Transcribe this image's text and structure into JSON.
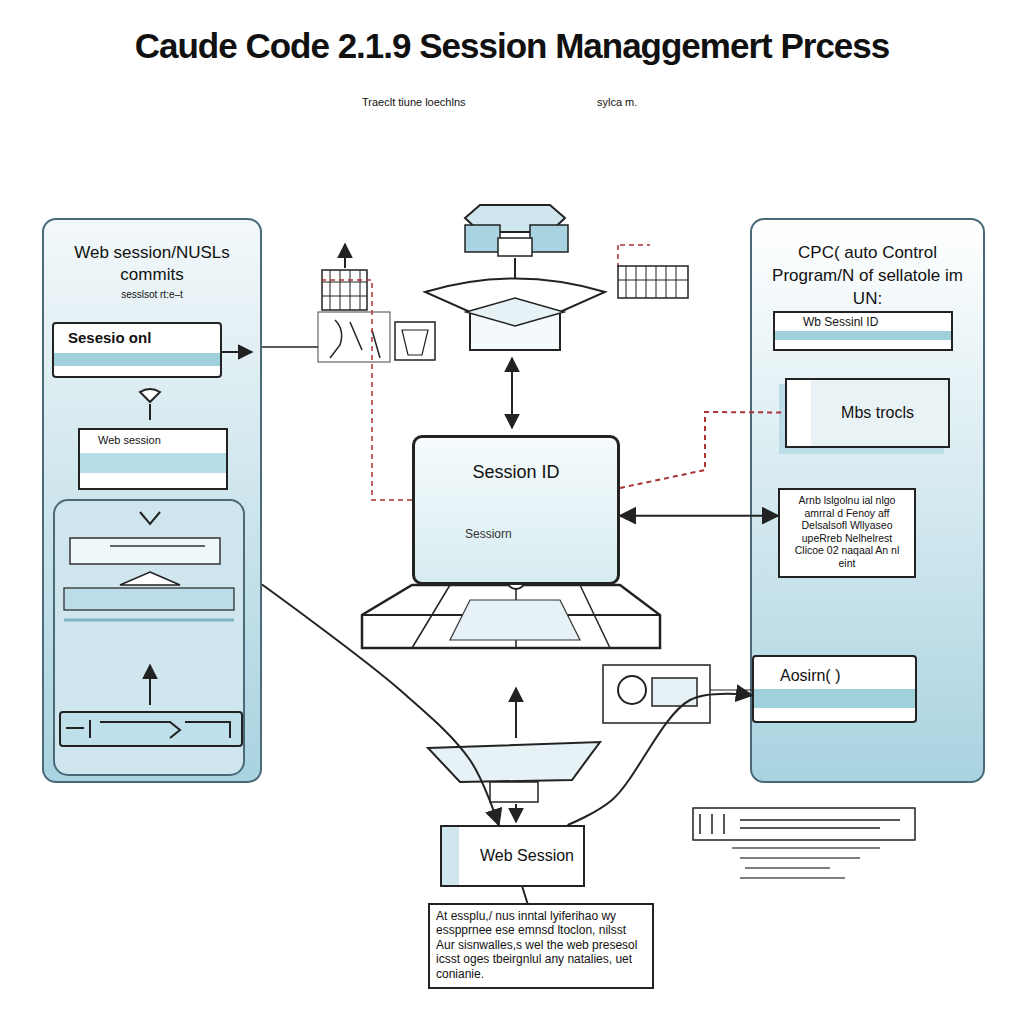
{
  "diagram": {
    "title": "Caude Code 2.1.9 Session Managgemert Prcess",
    "nodes": [
      {
        "text": [
          "Web session/NUSLs commits",
          "sesslsot rt:e–t"
        ]
      },
      {
        "text": [
          "Sesesio onl"
        ],
        "in": 0
      },
      {
        "text": [
          "Web session"
        ],
        "in": 0
      },
      {
        "text": [
          "Session ID",
          "Sessiorn"
        ]
      },
      {
        "text": [
          "CPC( auto Control Program/N of sellatole im UN:"
        ]
      },
      {
        "text": [
          "Wb Sessinl ID"
        ],
        "in": 4
      },
      {
        "text": [
          "Mbs trocls"
        ],
        "in": 4
      },
      {
        "text": [
          "Arnb lslgolnu ial nlgo amrral d Fenoy aff Delsalsofl Wllyaseo upeRreb Nelhelrest Clicoe 02 naqaal An nl eint"
        ],
        "in": 4
      },
      {
        "text": [
          "Aosirn( )"
        ],
        "in": 4
      },
      {
        "text": [
          "Web Session"
        ]
      },
      {
        "text": [
          "At essplu,/ nus inntal lyiferihao wy esspprnee ese emnsd ltoclon, nilsst Aur sisnwalles,s wel the web presesol icsst oges tbeirgnlul any natalies, uet conianie."
        ]
      }
    ],
    "edges": [
      {
        "from": 3,
        "to": 7,
        "arrow": "both"
      },
      {
        "from": 0,
        "to": 9,
        "arrow": "to"
      },
      {
        "from": 9,
        "to": 8,
        "arrow": "to"
      },
      {
        "from": 3,
        "to": 6,
        "arrow": "none"
      },
      {
        "from": 9,
        "to": 10,
        "arrow": "none"
      }
    ],
    "labels": [
      "Traeclt tiune loechlns",
      "sylca m."
    ]
  }
}
